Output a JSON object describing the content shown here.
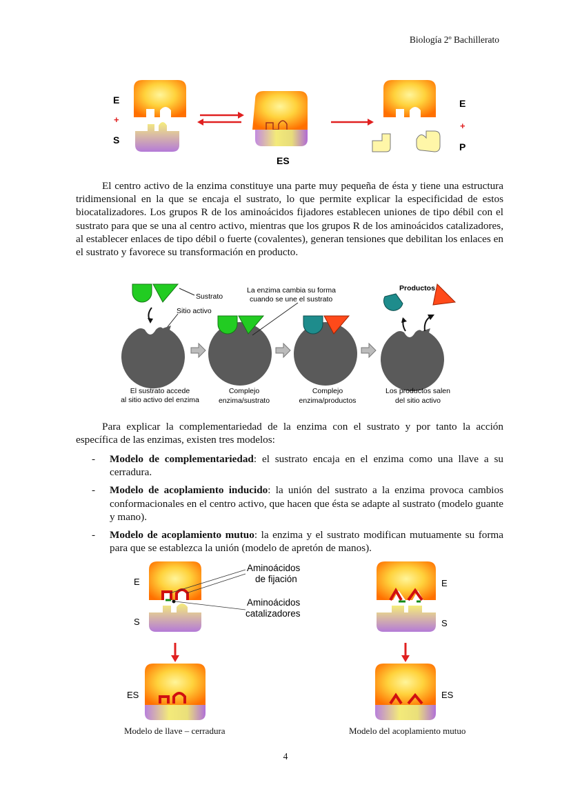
{
  "header": {
    "text": "Biología  2º Bachillerato"
  },
  "figure1": {
    "enzyme_label": "E",
    "plus_sign": "+",
    "substrate_label": "S",
    "complex_label": "ES",
    "product_label": "P"
  },
  "paragraph1": "El centro activo de la enzima constituye una parte muy pequeña de ésta y tiene una estructura tridimensional en la que se encaja el sustrato, lo que permite explicar la especificidad de estos biocatalizadores. Los grupos R de los aminoácidos fijadores establecen uniones de tipo débil con el sustrato para que se una al centro activo, mientras que los grupos R de los aminoácidos catalizadores, al establecer enlaces de tipo débil o fuerte (covalentes), generan tensiones que debilitan los enlaces en el sustrato y favorece su transformación en producto.",
  "figure2": {
    "sustrato": "Sustrato",
    "sitio_activo": "Sitio activo",
    "cambia_line1": "La enzima cambia su forma",
    "cambia_line2": "cuando se une el sustrato",
    "productos": "Productos",
    "step1_line1": "El sustrato accede",
    "step1_line2": "al sitio activo del enzima",
    "step2_line1": "Complejo",
    "step2_line2": "enzima/sustrato",
    "step3_line1": "Complejo",
    "step3_line2": "enzima/productos",
    "step4_line1": "Los productos salen",
    "step4_line2": "del sitio activo"
  },
  "paragraph2": "Para explicar la complementariedad de la enzima con el sustrato y por tanto la acción específica de las enzimas, existen tres modelos:",
  "models": [
    {
      "dash": "-",
      "title": "Modelo de complementariedad",
      "text": ": el sustrato encaja en el enzima como una llave a su cerradura."
    },
    {
      "dash": "-",
      "title": "Modelo de acoplamiento inducido",
      "text": ": la unión del sustrato a la enzima provoca cambios conformacionales en el centro activo, que hacen que ésta se adapte al sustrato (modelo guante y mano)."
    },
    {
      "dash": "-",
      "title": "Modelo de acoplamiento mutuo",
      "text": ": la enzima y el sustrato modifican mutuamente su forma para que se establezca la unión (modelo de apretón de manos)."
    }
  ],
  "figure3": {
    "enzyme_label": "E",
    "substrate_label": "S",
    "complex_label": "ES",
    "fijacion_line1": "Aminoácidos",
    "fijacion_line2": "de fijación",
    "catalizadores_line1": "Aminoácidos",
    "catalizadores_line2": "catalizadores",
    "caption_left": "Modelo de llave – cerradura",
    "caption_right": "Modelo del acoplamiento mutuo"
  },
  "page_number": "4",
  "colors": {
    "enzyme_gradient_center": "#ffe66a",
    "enzyme_gradient_edge": "#ff7a00",
    "substrate_gradient_left": "#f1e86a",
    "substrate_gradient_right": "#b678d8",
    "product_fill": "#fff6a8",
    "arrow_red": "#e02020",
    "enzyme_gray": "#5a5a5a",
    "substrate_green": "#22cc22",
    "product_teal": "#1e8c8c",
    "product_orange": "#ff5a1a"
  }
}
